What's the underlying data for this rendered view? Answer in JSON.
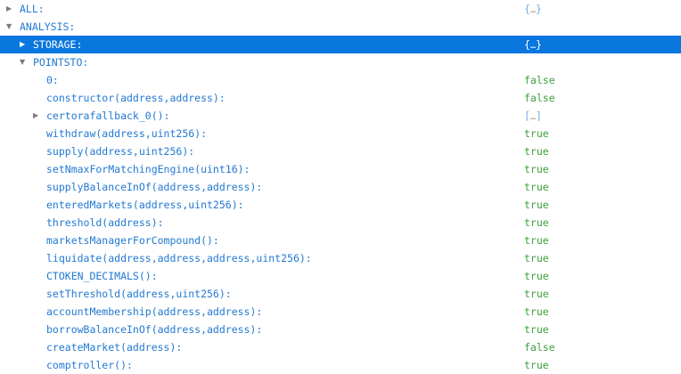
{
  "colors": {
    "selected_row_background": "#0a77df",
    "label_blue": "#2279d2",
    "boolean_green": "#3ca03c",
    "bracket_blue": "#77aee2",
    "twistie_gray": "#7a7a7a"
  },
  "tree": {
    "rows": [
      {
        "label": "ALL:",
        "value": "{…}",
        "value_kind": "object",
        "level": 0,
        "arrow": "collapsed",
        "selected": false
      },
      {
        "label": "ANALYSIS:",
        "value": "",
        "value_kind": "none",
        "level": 0,
        "arrow": "expanded",
        "selected": false
      },
      {
        "label": "STORAGE:",
        "value": "{…}",
        "value_kind": "object",
        "level": 1,
        "arrow": "collapsed",
        "selected": true
      },
      {
        "label": "POINTSTO:",
        "value": "",
        "value_kind": "none",
        "level": 1,
        "arrow": "expanded",
        "selected": false
      },
      {
        "label": "0:",
        "value": "false",
        "value_kind": "boolean",
        "level": 2,
        "arrow": "none",
        "selected": false
      },
      {
        "label": "constructor(address,address):",
        "value": "false",
        "value_kind": "boolean",
        "level": 2,
        "arrow": "none",
        "selected": false
      },
      {
        "label": "certorafallback_0():",
        "value": "[…]",
        "value_kind": "array",
        "level": 2,
        "arrow": "collapsed",
        "selected": false
      },
      {
        "label": "withdraw(address,uint256):",
        "value": "true",
        "value_kind": "boolean",
        "level": 2,
        "arrow": "none",
        "selected": false
      },
      {
        "label": "supply(address,uint256):",
        "value": "true",
        "value_kind": "boolean",
        "level": 2,
        "arrow": "none",
        "selected": false
      },
      {
        "label": "setNmaxForMatchingEngine(uint16):",
        "value": "true",
        "value_kind": "boolean",
        "level": 2,
        "arrow": "none",
        "selected": false
      },
      {
        "label": "supplyBalanceInOf(address,address):",
        "value": "true",
        "value_kind": "boolean",
        "level": 2,
        "arrow": "none",
        "selected": false
      },
      {
        "label": "enteredMarkets(address,uint256):",
        "value": "true",
        "value_kind": "boolean",
        "level": 2,
        "arrow": "none",
        "selected": false
      },
      {
        "label": "threshold(address):",
        "value": "true",
        "value_kind": "boolean",
        "level": 2,
        "arrow": "none",
        "selected": false
      },
      {
        "label": "marketsManagerForCompound():",
        "value": "true",
        "value_kind": "boolean",
        "level": 2,
        "arrow": "none",
        "selected": false
      },
      {
        "label": "liquidate(address,address,address,uint256):",
        "value": "true",
        "value_kind": "boolean",
        "level": 2,
        "arrow": "none",
        "selected": false
      },
      {
        "label": "CTOKEN_DECIMALS():",
        "value": "true",
        "value_kind": "boolean",
        "level": 2,
        "arrow": "none",
        "selected": false
      },
      {
        "label": "setThreshold(address,uint256):",
        "value": "true",
        "value_kind": "boolean",
        "level": 2,
        "arrow": "none",
        "selected": false
      },
      {
        "label": "accountMembership(address,address):",
        "value": "true",
        "value_kind": "boolean",
        "level": 2,
        "arrow": "none",
        "selected": false
      },
      {
        "label": "borrowBalanceInOf(address,address):",
        "value": "true",
        "value_kind": "boolean",
        "level": 2,
        "arrow": "none",
        "selected": false
      },
      {
        "label": "createMarket(address):",
        "value": "false",
        "value_kind": "boolean",
        "level": 2,
        "arrow": "none",
        "selected": false
      },
      {
        "label": "comptroller():",
        "value": "true",
        "value_kind": "boolean",
        "level": 2,
        "arrow": "none",
        "selected": false
      }
    ]
  }
}
